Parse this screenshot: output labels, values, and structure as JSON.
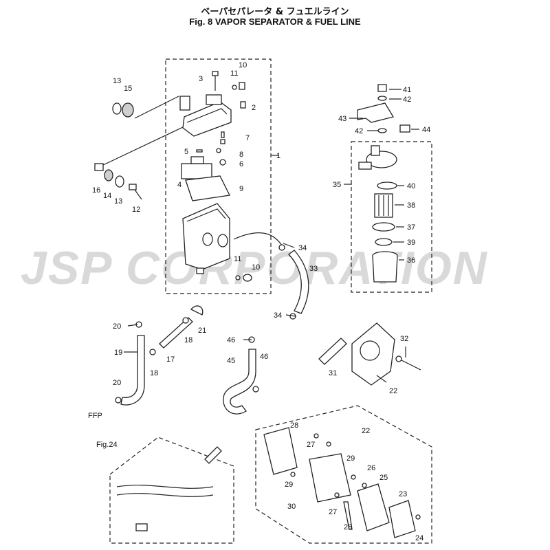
{
  "title": {
    "jp": "ベーパセパレータ & フュエルライン",
    "en": "Fig. 8    VAPOR SEPARATOR & FUEL LINE"
  },
  "watermark": "JSP CORPORATION",
  "callouts": [
    {
      "id": "c1",
      "text": "1"
    },
    {
      "id": "c2",
      "text": "2"
    },
    {
      "id": "c3",
      "text": "3"
    },
    {
      "id": "c4",
      "text": "4"
    },
    {
      "id": "c5",
      "text": "5"
    },
    {
      "id": "c6",
      "text": "6"
    },
    {
      "id": "c7",
      "text": "7"
    },
    {
      "id": "c8",
      "text": "8"
    },
    {
      "id": "c9",
      "text": "9"
    },
    {
      "id": "c10a",
      "text": "10"
    },
    {
      "id": "c10b",
      "text": "10"
    },
    {
      "id": "c11a",
      "text": "11"
    },
    {
      "id": "c11b",
      "text": "11"
    },
    {
      "id": "c12",
      "text": "12"
    },
    {
      "id": "c13a",
      "text": "13"
    },
    {
      "id": "c13b",
      "text": "13"
    },
    {
      "id": "c14",
      "text": "14"
    },
    {
      "id": "c15",
      "text": "15"
    },
    {
      "id": "c16",
      "text": "16"
    },
    {
      "id": "c17",
      "text": "17"
    },
    {
      "id": "c18a",
      "text": "18"
    },
    {
      "id": "c18b",
      "text": "18"
    },
    {
      "id": "c19",
      "text": "19"
    },
    {
      "id": "c20a",
      "text": "20"
    },
    {
      "id": "c20b",
      "text": "20"
    },
    {
      "id": "c21",
      "text": "21"
    },
    {
      "id": "c22a",
      "text": "22"
    },
    {
      "id": "c22b",
      "text": "22"
    },
    {
      "id": "c23",
      "text": "23"
    },
    {
      "id": "c24",
      "text": "24"
    },
    {
      "id": "c25",
      "text": "25"
    },
    {
      "id": "c26",
      "text": "26"
    },
    {
      "id": "c27a",
      "text": "27"
    },
    {
      "id": "c27b",
      "text": "27"
    },
    {
      "id": "c28a",
      "text": "28"
    },
    {
      "id": "c28b",
      "text": "28"
    },
    {
      "id": "c29a",
      "text": "29"
    },
    {
      "id": "c29b",
      "text": "29"
    },
    {
      "id": "c30",
      "text": "30"
    },
    {
      "id": "c31",
      "text": "31"
    },
    {
      "id": "c32",
      "text": "32"
    },
    {
      "id": "c33",
      "text": "33"
    },
    {
      "id": "c34a",
      "text": "34"
    },
    {
      "id": "c34b",
      "text": "34"
    },
    {
      "id": "c35",
      "text": "35"
    },
    {
      "id": "c36",
      "text": "36"
    },
    {
      "id": "c37",
      "text": "37"
    },
    {
      "id": "c38",
      "text": "38"
    },
    {
      "id": "c39",
      "text": "39"
    },
    {
      "id": "c40",
      "text": "40"
    },
    {
      "id": "c41",
      "text": "41"
    },
    {
      "id": "c42a",
      "text": "42"
    },
    {
      "id": "c42b",
      "text": "42"
    },
    {
      "id": "c43",
      "text": "43"
    },
    {
      "id": "c44",
      "text": "44"
    },
    {
      "id": "c45",
      "text": "45"
    },
    {
      "id": "c46a",
      "text": "46"
    },
    {
      "id": "c46b",
      "text": "46"
    }
  ],
  "labels": {
    "ffp": "FFP",
    "fig_ref": "Fig.24"
  }
}
